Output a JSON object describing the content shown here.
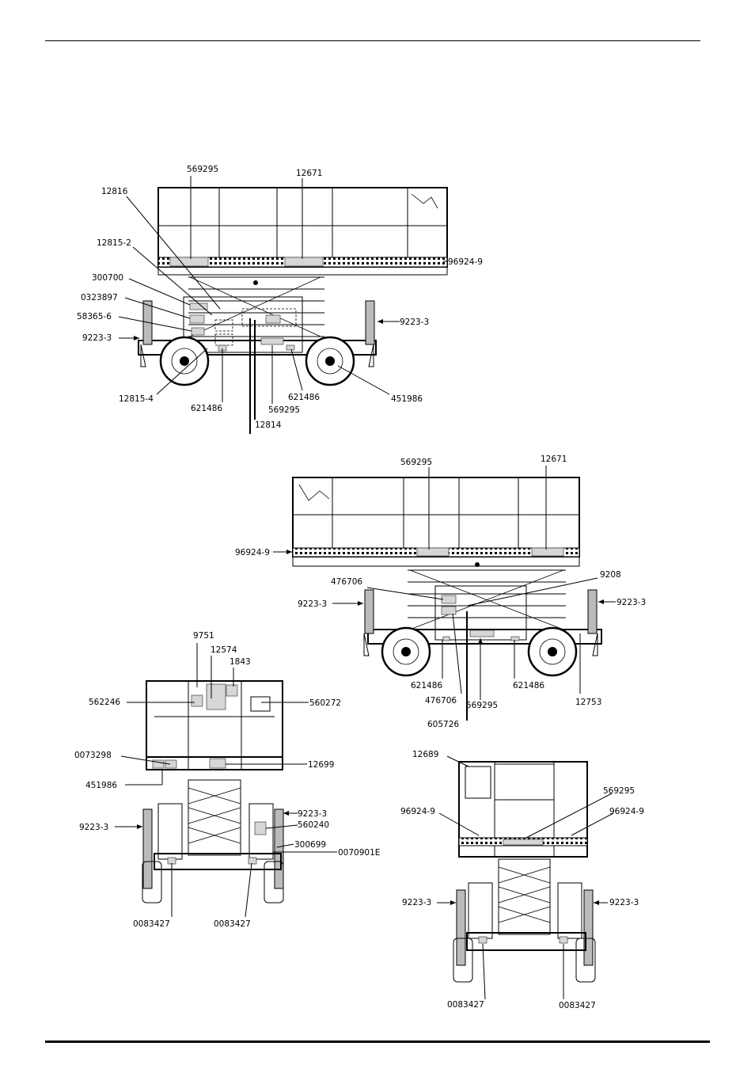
{
  "labels": {
    "side1": {
      "a": "569295",
      "b": "12671",
      "c": "12816",
      "d": "12815-2",
      "e": "300700",
      "f": "0323897",
      "g": "58365-6",
      "h": "9223-3",
      "i": "9223-3",
      "j": "96924-9",
      "k": "12815-4",
      "l": "621486",
      "m": "569295",
      "n": "621486",
      "o": "451986",
      "p": "12814"
    },
    "side2": {
      "a": "569295",
      "b": "12671",
      "c": "96924-9",
      "d": "476706",
      "e": "9208",
      "f": "9223-3",
      "g": "9223-3",
      "h": "621486",
      "i": "621486",
      "j": "476706",
      "k": "569295",
      "l": "12753",
      "m": "605726"
    },
    "rear": {
      "a": "9751",
      "b": "12574",
      "c": "1843",
      "d": "562246",
      "e": "560272",
      "f": "0073298",
      "g": "12699",
      "h": "451986",
      "i": "9223-3",
      "j": "9223-3",
      "k": "560240",
      "l": "300699",
      "m": "0070901E",
      "n": "0083427",
      "o": "0083427"
    },
    "front": {
      "a": "12689",
      "b": "569295",
      "c": "96924-9",
      "d": "96924-9",
      "e": "9223-3",
      "f": "9223-3",
      "g": "0083427",
      "h": "0083427"
    }
  }
}
